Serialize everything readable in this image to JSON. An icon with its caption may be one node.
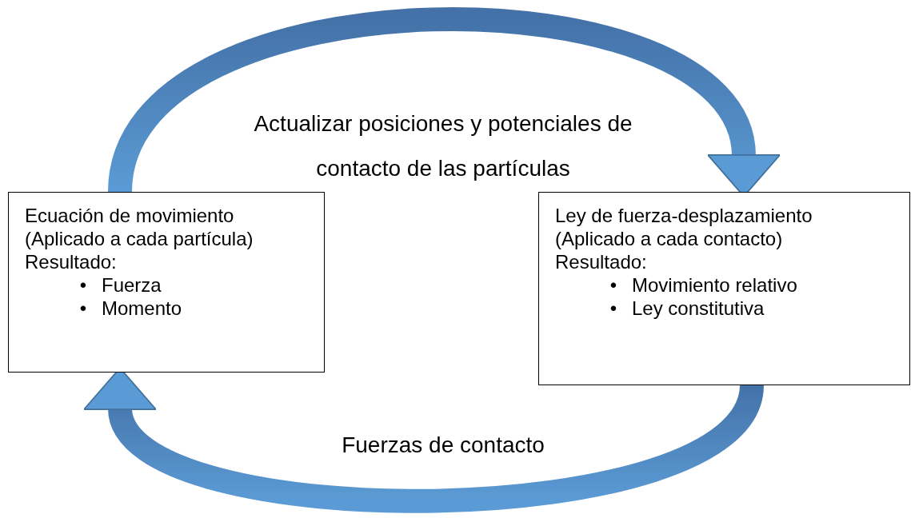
{
  "diagram": {
    "nodes": [
      {
        "text": [
          "Ecuación de movimiento",
          "(Aplicado a cada partícula)",
          "Resultado:",
          "•",
          "Fuerza",
          "•",
          "Momento"
        ]
      },
      {
        "text": [
          "Ley de fuerza-desplazamiento",
          "(Aplicado a cada contacto)",
          "Resultado:",
          "•",
          "Movimiento relativo",
          "•",
          "Ley constitutiva"
        ]
      }
    ],
    "edges": [
      {
        "from": 0,
        "to": 1,
        "arrow": "to",
        "label": "Actualizar posiciones y potenciales de contacto de las partículas",
        "style": "thick"
      },
      {
        "from": 1,
        "to": 0,
        "arrow": "to",
        "label": "Fuerzas de contacto",
        "style": "thick"
      }
    ]
  }
}
